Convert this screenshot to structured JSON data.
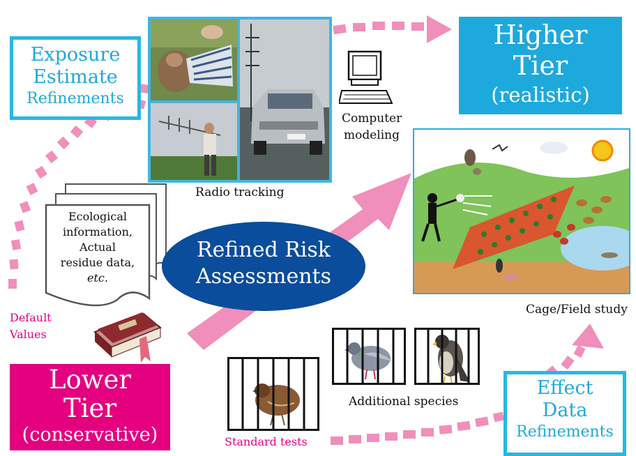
{
  "higher_tier": {
    "line1": "Higher",
    "line2": "Tier",
    "line3": "(realistic)"
  },
  "lower_tier": {
    "line1": "Lower",
    "line2": "Tier",
    "line3": "(conservative)"
  },
  "exposure": {
    "line1": "Exposure",
    "line2": "Estimate",
    "line3": "Refinements"
  },
  "effect": {
    "line1": "Effect",
    "line2": "Data",
    "line3": "Refinements"
  },
  "center": {
    "line1": "Refined Risk",
    "line2": "Assessments"
  },
  "labels": {
    "radio_tracking": "Radio tracking",
    "computer1": "Computer",
    "computer2": "modeling",
    "cage_field": "Cage/Field study",
    "additional_species": "Additional species",
    "standard_tests": "Standard tests",
    "default1": "Default",
    "default2": "Values"
  },
  "document_text": {
    "l1": "Ecological",
    "l2": "information,",
    "l3": "Actual",
    "l4": "residue data,",
    "l5": "etc."
  },
  "colors": {
    "cyan": "#25b8e6",
    "magenta": "#e4007f",
    "pink": "#f08fbb",
    "navy": "#0a4d9c"
  }
}
